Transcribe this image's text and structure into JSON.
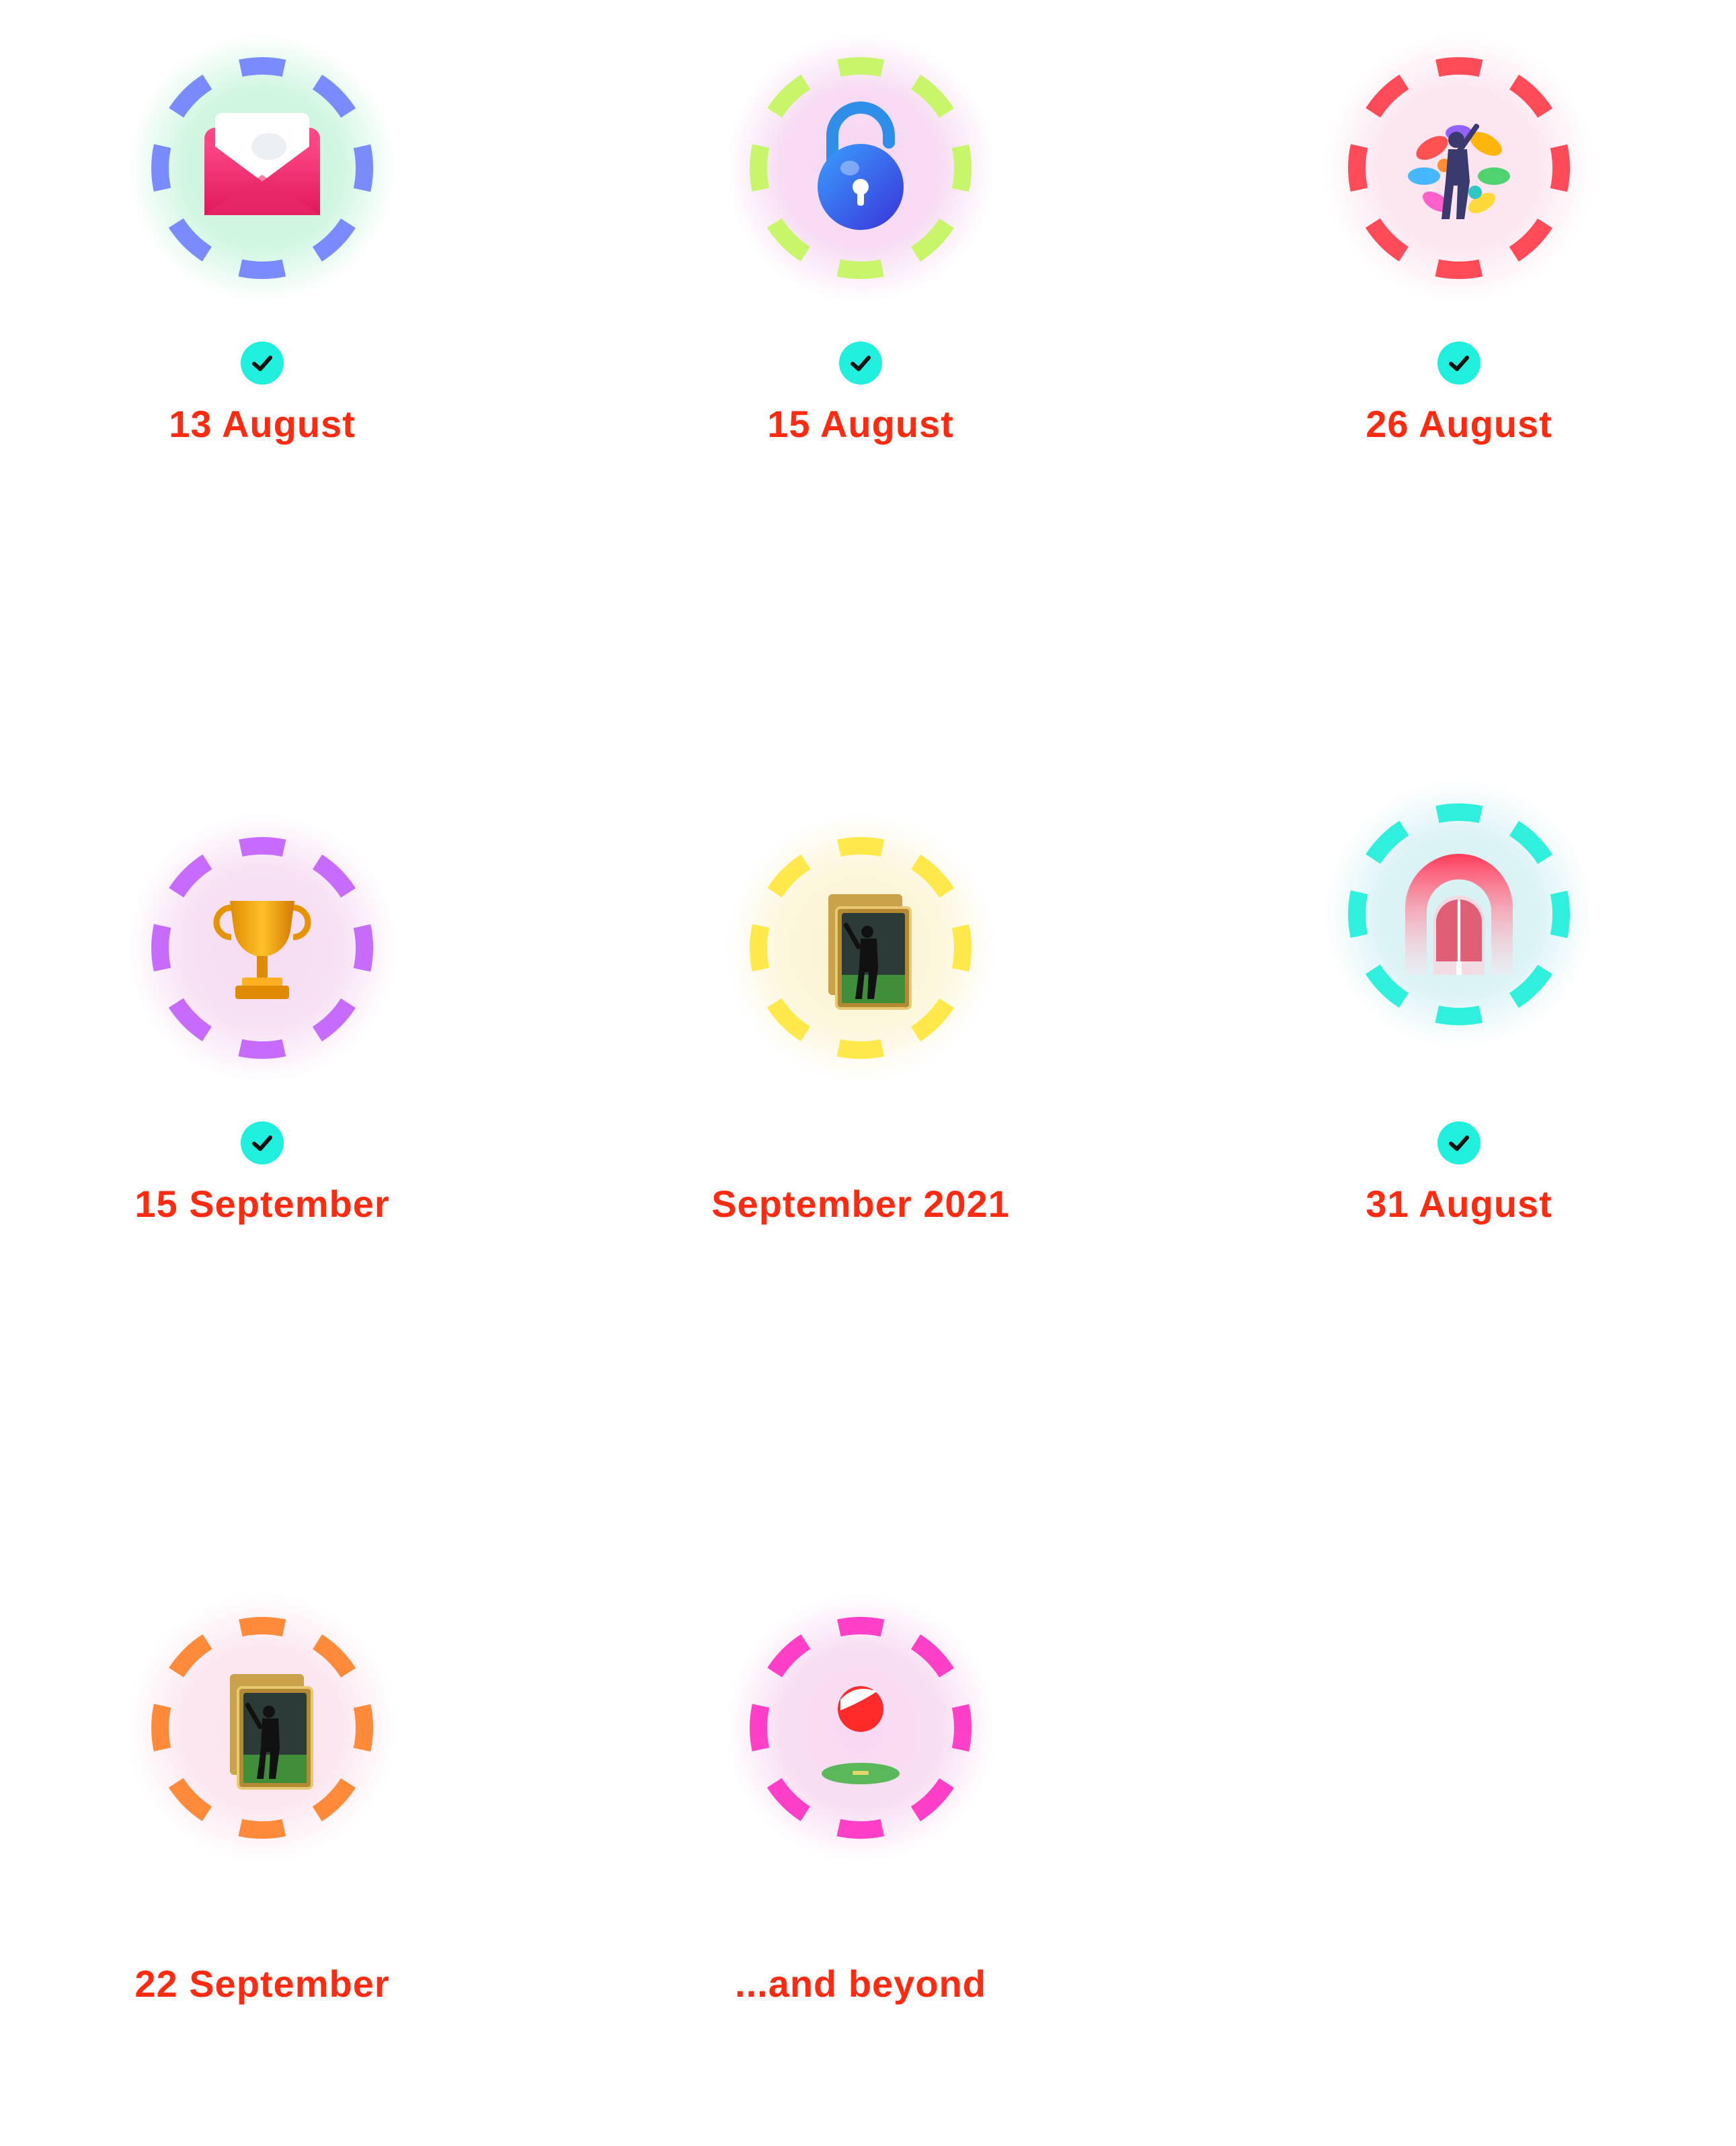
{
  "accent_color": "#ff2a10",
  "check_color": "#1ff0dd",
  "milestones": [
    {
      "date": "13 August",
      "icon": "envelope-icon",
      "ring_color": "#7a8bff",
      "glow_color": "#c9f5dc",
      "completed": true
    },
    {
      "date": "15 August",
      "icon": "unlocked-padlock-icon",
      "ring_color": "#c9f56a",
      "glow_color": "#f6d6f2",
      "completed": true
    },
    {
      "date": "26 August",
      "icon": "cricket-batsman-splash-icon",
      "ring_color": "#ff4b57",
      "glow_color": "#fbe3ee",
      "completed": true
    },
    {
      "date": "15 September",
      "icon": "trophy-icon",
      "ring_color": "#c76bff",
      "glow_color": "#f6dcf2",
      "completed": true
    },
    {
      "date": "September 2021",
      "icon": "player-card-icon",
      "ring_color": "#ffe94a",
      "glow_color": "#fbf4d4",
      "completed": false
    },
    {
      "date": "31 August",
      "icon": "arch-gate-icon",
      "ring_color": "#2ff0dc",
      "glow_color": "#d6f1f4",
      "completed": true
    },
    {
      "date": "22 September",
      "icon": "player-card-icon",
      "ring_color": "#ff8a3a",
      "glow_color": "#fbe3ee",
      "completed": false
    },
    {
      "date": "...and beyond",
      "icon": "ball-pitch-pin-icon",
      "ring_color": "#ff3fc8",
      "glow_color": "#f7d9f1",
      "completed": false
    }
  ]
}
